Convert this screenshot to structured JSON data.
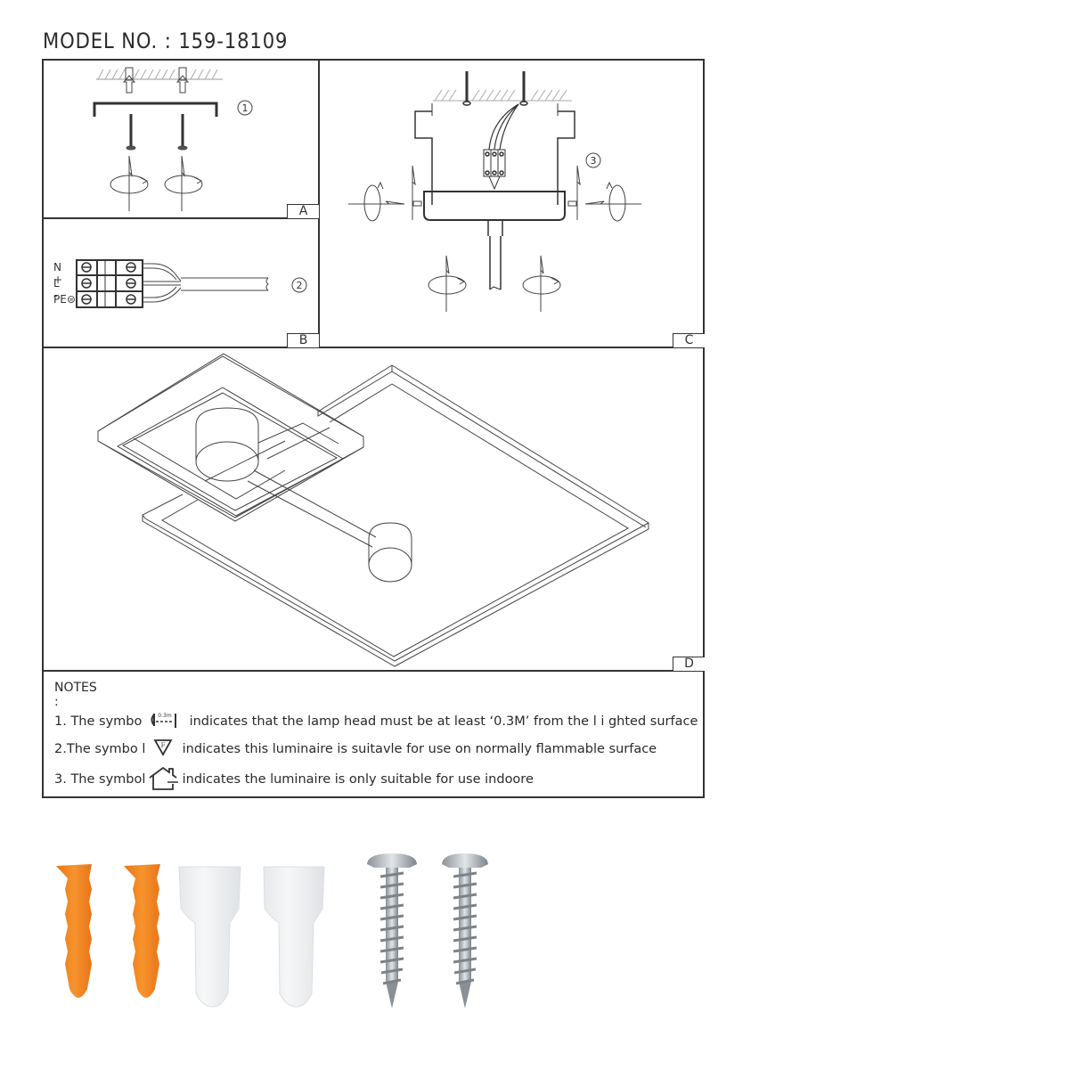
{
  "document": {
    "model_label": "MODEL NO. : 159-18109"
  },
  "panels": {
    "a": {
      "tag": "A",
      "step": "1",
      "description": "Install wall plugs in ceiling, attach mounting bracket with screws"
    },
    "b": {
      "tag": "B",
      "step": "2",
      "terminal_labels": [
        "N +",
        "L -",
        "PE⊜"
      ],
      "description": "Connect wires to terminal block"
    },
    "c": {
      "tag": "C",
      "step": "3",
      "description": "Attach canopy to bracket and secure with side screws"
    },
    "d": {
      "tag": "D",
      "description": "Assembled luminaire isometric view"
    }
  },
  "notes": {
    "heading": "NOTES :",
    "items": [
      {
        "prefix": "1. The symbo",
        "symbol": "distance-0.3m-icon",
        "symbol_text": "0.3m",
        "text": "indicates that the lamp head must be at least ‘0.3M’ from the l i ghted surface"
      },
      {
        "prefix": "2.The symbo l",
        "symbol": "flammable-surface-icon",
        "symbol_text": "F",
        "text": "indicates this luminaire is suitavle for use on normally flammable surface"
      },
      {
        "prefix": "3. The symbol",
        "symbol": "indoor-house-icon",
        "symbol_text": "",
        "text": "indicates the luminaire is only suitable for use indoore"
      }
    ]
  },
  "parts": {
    "items": [
      {
        "name": "wall-plug",
        "count": 2,
        "color": "#f08a1c"
      },
      {
        "name": "wire-connector-cap",
        "count": 2,
        "color": "#eef0f2"
      },
      {
        "name": "screw",
        "count": 2,
        "color": "#b8bcc0"
      }
    ]
  },
  "colors": {
    "line": "#333333",
    "plug_orange": "#f08a1c",
    "cap_white": "#eceef0",
    "screw_silver": "#aeb3b8"
  }
}
